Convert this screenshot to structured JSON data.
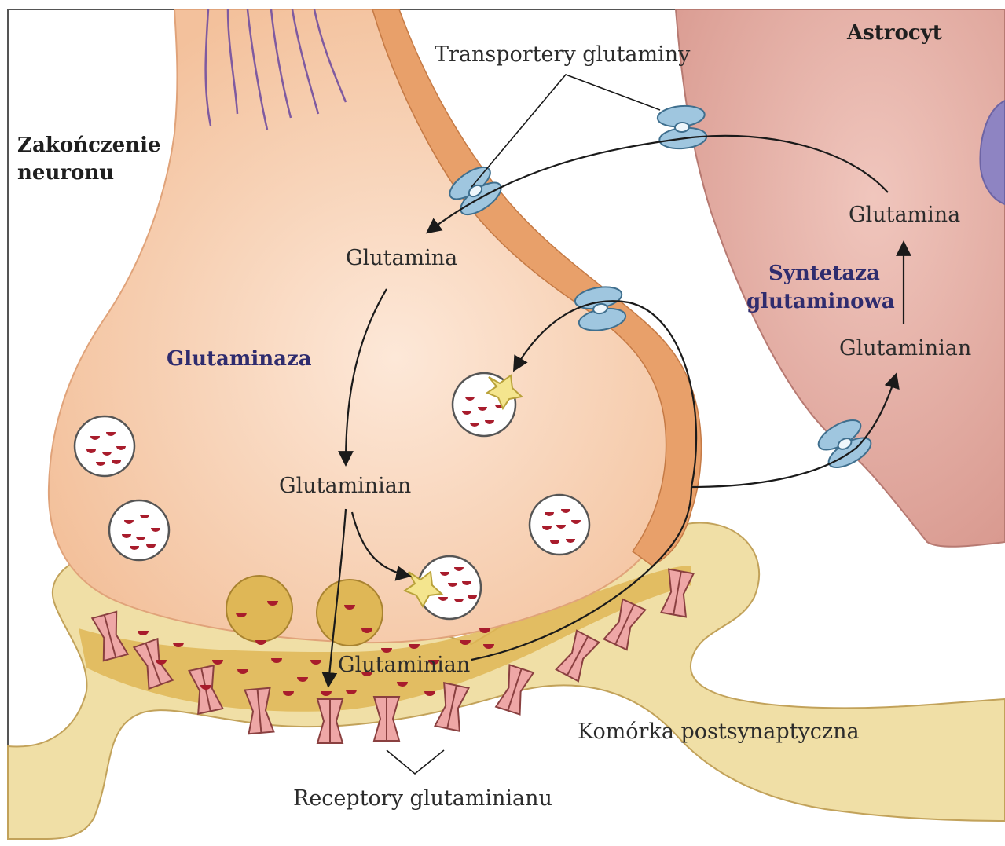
{
  "labels": {
    "nerve_terminal_line1": "Zakończenie",
    "nerve_terminal_line2": "neuronu",
    "astrocyte": "Astrocyt",
    "glutamine_transporters": "Transportery glutaminy",
    "neuron_glutamine": "Glutamina",
    "glutaminase": "Glutaminaza",
    "neuron_glutamate": "Glutaminian",
    "cleft_glutamate": "Glutaminian",
    "astro_glutamine": "Glutamina",
    "synthetase_line1": "Syntetaza",
    "synthetase_line2": "glutaminowa",
    "astro_glutamate": "Glutaminian",
    "postsynaptic_cell": "Komórka postsynaptyczna",
    "glutamate_receptors": "Receptory glutaminianu"
  },
  "colors": {
    "neuron_fill": "#f6d2b4",
    "neuron_membrane": "#e8a06a",
    "astrocyte_fill": "#e2aaa0",
    "nucleus": "#8e84c2",
    "postsynaptic_fill": "#f0dfa6",
    "cleft_fill": "#dfb756",
    "transporter": "#9fc6df",
    "receptor": "#eea7a6",
    "glutamate_dot": "#a81c2c",
    "vesicle_transporter": "#f4e58e",
    "enzyme_text": "#2f2c6e"
  }
}
